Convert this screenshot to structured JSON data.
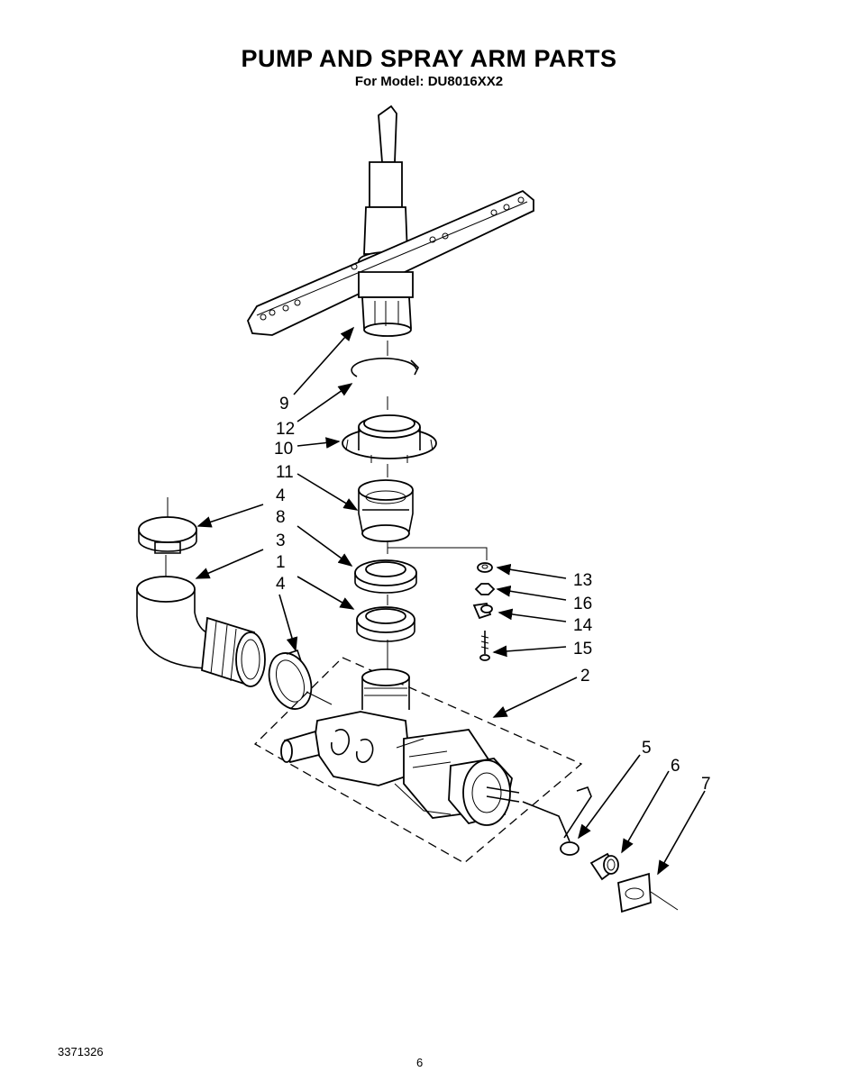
{
  "header": {
    "title": "PUMP AND SPRAY ARM PARTS",
    "model_line": "For Model: DU8016XX2"
  },
  "callouts": {
    "c1": "1",
    "c2": "2",
    "c3": "3",
    "c4a": "4",
    "c4b": "4",
    "c5": "5",
    "c6": "6",
    "c7": "7",
    "c8": "8",
    "c9": "9",
    "c10": "10",
    "c11": "11",
    "c12": "12",
    "c13": "13",
    "c14": "14",
    "c15": "15",
    "c16": "16"
  },
  "footer": {
    "doc_number": "3371326",
    "page_number": "6"
  }
}
